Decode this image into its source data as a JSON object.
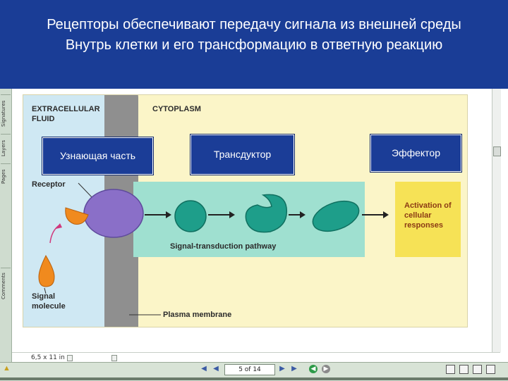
{
  "slide": {
    "title_line_1": "Рецепторы обеспечивают передачу сигнала из внешней среды",
    "title_line_2": "Внутрь клетки и его трансформацию в ответную реакцию"
  },
  "callouts": {
    "recognizing": "Узнающая часть",
    "transducer": "Трансдуктор",
    "effector": "Эффектор"
  },
  "figure": {
    "extracellular_label": "EXTRACELLULAR FLUID",
    "cytoplasm_label": "CYTOPLASM",
    "receptor_label": "Receptor",
    "signal_molecule_label": "Signal molecule",
    "pathway_label": "Signal-transduction pathway",
    "membrane_label": "Plasma membrane",
    "activation_label": "Activation of cellular responses"
  },
  "side_panel": {
    "tabs": [
      "Signatures",
      "Layers",
      "Pages",
      "Comments"
    ]
  },
  "status": {
    "page_size": "6,5 x 11 in"
  },
  "navigation": {
    "page_indicator": "5 of 14"
  },
  "colors": {
    "banner": "#1a3d96",
    "callout": "#1b3d97",
    "receptor": "#8a6fc8",
    "signal_molecule": "#f08a1e",
    "relay_protein": "#1e9e8a",
    "response_box": "#f6e256",
    "pathway_box": "#9fe0d0"
  }
}
